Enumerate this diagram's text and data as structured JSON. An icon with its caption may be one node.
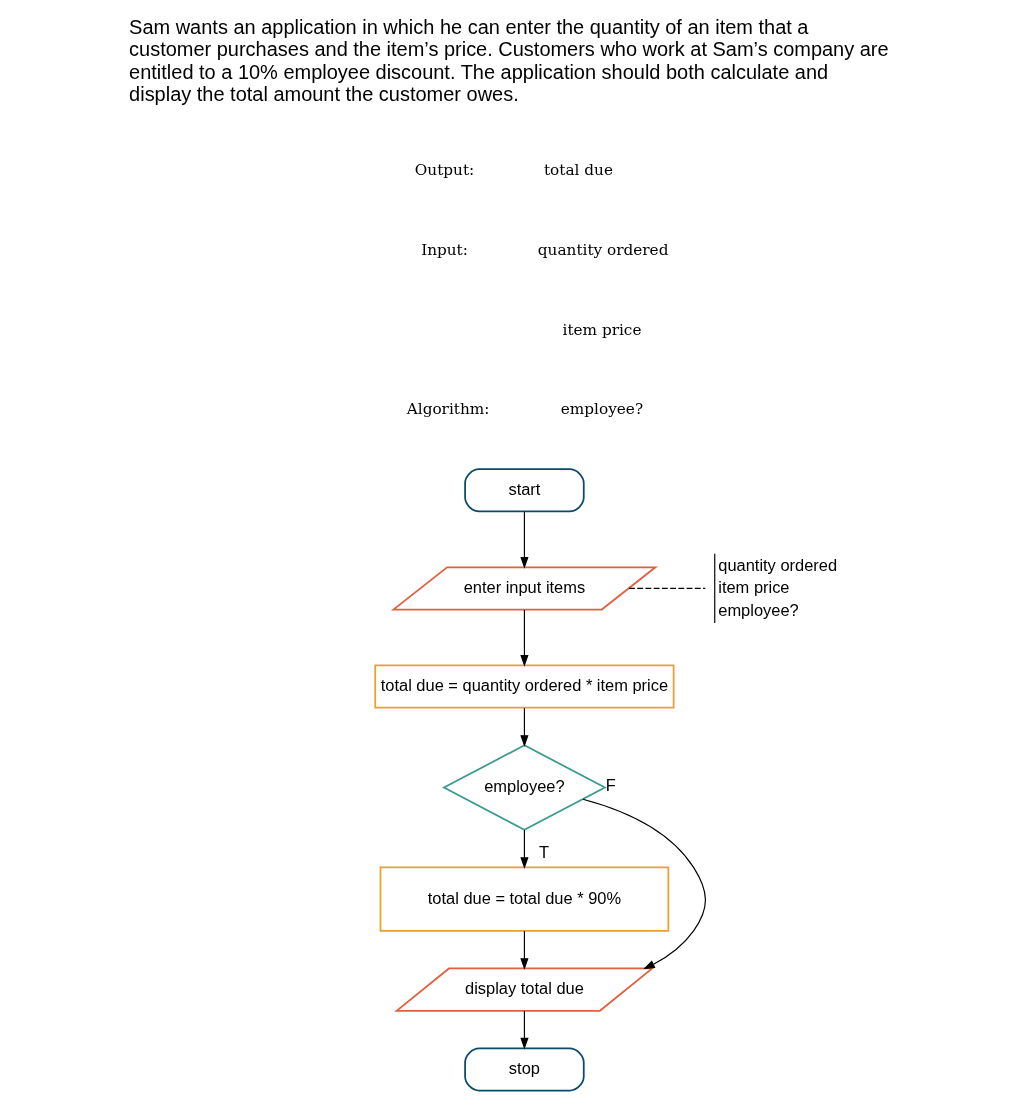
{
  "diagram": {
    "nodes": [
      {
        "text": [
          "start"
        ]
      },
      {
        "text": [
          "enter input items"
        ]
      },
      {
        "text": [
          "quantity ordered",
          "item price",
          "employee?"
        ]
      },
      {
        "text": [
          "total due = quantity ordered * item price"
        ]
      },
      {
        "text": [
          "employee?"
        ]
      },
      {
        "text": [
          "total due = total due * 90%"
        ]
      },
      {
        "text": [
          "display total due"
        ]
      },
      {
        "text": [
          "stop"
        ]
      }
    ],
    "edges": [
      {
        "from": 0,
        "to": 1,
        "arrow": "to"
      },
      {
        "from": 1,
        "to": 2,
        "arrow": "none",
        "style": "dashed"
      },
      {
        "from": 1,
        "to": 3,
        "arrow": "to"
      },
      {
        "from": 3,
        "to": 4,
        "arrow": "to"
      },
      {
        "from": 4,
        "to": 5,
        "label": "T",
        "arrow": "to"
      },
      {
        "from": 4,
        "to": 6,
        "label": "F",
        "arrow": "to"
      },
      {
        "from": 5,
        "to": 6,
        "arrow": "to"
      },
      {
        "from": 6,
        "to": 7,
        "arrow": "to"
      }
    ],
    "labels": [
      "Sam wants an application in which he can enter the quantity of an item that a customer purchases and the item’s price. Customers who work at Sam’s company are entitled to a 10% employee discount. The application should both calculate and display the total amount the customer owes.",
      "Output:",
      "total due",
      "Input:",
      "quantity ordered",
      "item price",
      "employee?",
      "Algorithm:"
    ]
  }
}
